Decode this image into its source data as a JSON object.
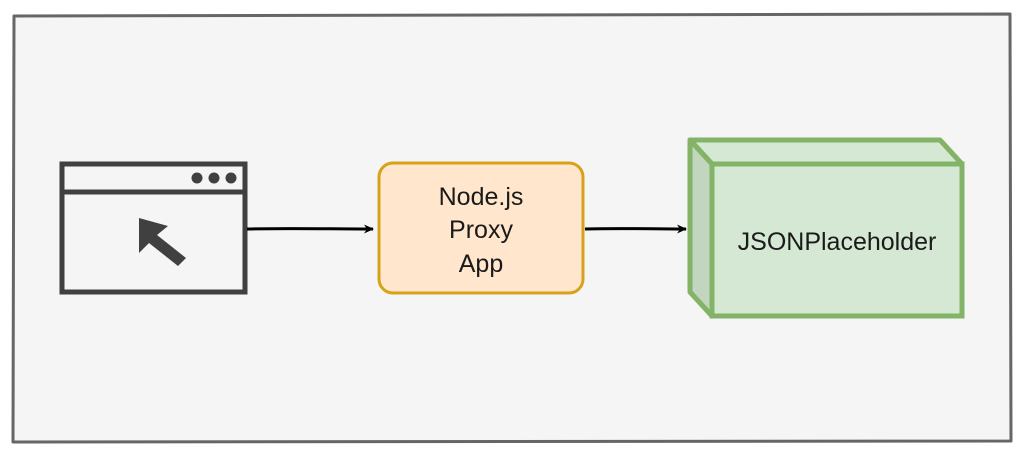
{
  "diagram": {
    "nodes": [
      {
        "id": "browser",
        "icon": "browser-window-cursor-icon"
      },
      {
        "id": "proxy",
        "lines": [
          "Node.js",
          "Proxy",
          "App"
        ]
      },
      {
        "id": "api",
        "label": "JSONPlaceholder"
      }
    ],
    "edges": [
      {
        "from": "browser",
        "to": "proxy"
      },
      {
        "from": "proxy",
        "to": "api"
      }
    ]
  },
  "colors": {
    "frame_border": "#666666",
    "frame_fill": "#f5f5f5",
    "browser_stroke": "#404040",
    "proxy_fill": "#ffe6cc",
    "proxy_stroke": "#d6a21a",
    "api_fill": "#d5e8d4",
    "api_side_fill": "#c2d6bf",
    "api_stroke": "#82b366",
    "arrow": "#000000"
  }
}
